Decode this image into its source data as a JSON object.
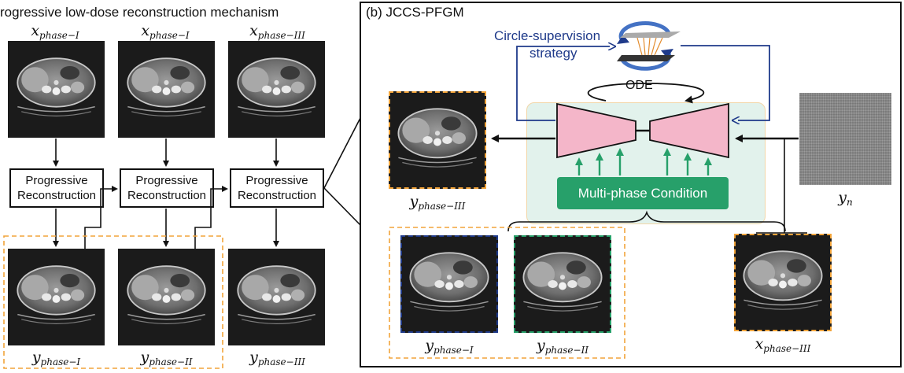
{
  "left_panel": {
    "title": "rogressive low-dose reconstruction mechanism",
    "top_labels": [
      {
        "var": "x",
        "sub": "phase−I"
      },
      {
        "var": "x",
        "sub": "phase−I"
      },
      {
        "var": "x",
        "sub": "phase−III"
      }
    ],
    "boxes": [
      {
        "line1": "Progressive",
        "line2": "Reconstruction"
      },
      {
        "line1": "Progressive",
        "line2": "Reconstruction"
      },
      {
        "line1": "Progressive",
        "line2": "Reconstruction"
      }
    ],
    "bottom_labels": [
      {
        "var": "y",
        "sub": "phase−I"
      },
      {
        "var": "y",
        "sub": "phase−II"
      },
      {
        "var": "y",
        "sub": "phase−III"
      }
    ]
  },
  "right_panel": {
    "title": "(b) JCCS-PFGM",
    "circle_supervision": {
      "line1": "Circle-supervision",
      "line2": "strategy"
    },
    "ode_label": "ODE",
    "condition_label": "Multi-phase Condition",
    "output_label": {
      "var": "y",
      "sub": "phase−III"
    },
    "noise_label": {
      "var": "y",
      "sub": "n"
    },
    "cond_labels": [
      {
        "var": "y",
        "sub": "phase−I"
      },
      {
        "var": "y",
        "sub": "phase−II"
      }
    ],
    "input_label": {
      "var": "x",
      "sub": "phase−III"
    }
  },
  "colors": {
    "orange_dash": "#f2a43a",
    "navy": "#1f3a8a",
    "green": "#27a06a",
    "pink": "#f4b6c9",
    "condition_bg": "#e2f2ec"
  }
}
